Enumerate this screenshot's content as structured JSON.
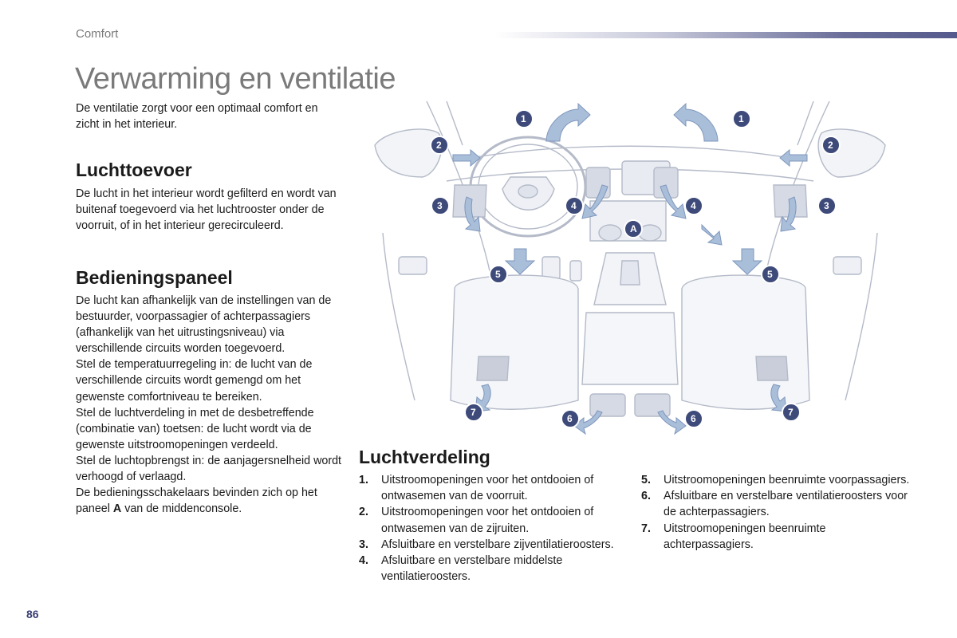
{
  "header": {
    "section_label": "Comfort",
    "title": "Verwarming en ventilatie"
  },
  "intro": "De ventilatie zorgt voor een optimaal comfort en zicht in het interieur.",
  "luchttoevoer": {
    "heading": "Luchttoevoer",
    "text": "De lucht in het interieur wordt gefilterd en wordt van buitenaf toegevoerd via het luchtrooster onder de voorruit, of in het interieur gerecirculeerd."
  },
  "bedieningspaneel": {
    "heading": "Bedieningspaneel",
    "p1": "De lucht kan afhankelijk van de instellingen van de bestuurder, voorpassagier of achterpassagiers (afhankelijk van het uitrustingsniveau) via verschillende circuits worden toegevoerd.",
    "p2": "Stel de temperatuurregeling in: de lucht van de verschillende circuits wordt gemengd om het gewenste comfortniveau te bereiken.",
    "p3": "Stel de luchtverdeling in met de desbetreffende (combinatie van) toetsen: de lucht wordt via de gewenste uitstroomopeningen verdeeld.",
    "p4": "Stel de luchtopbrengst in: de aanjagersnelheid wordt verhoogd of verlaagd.",
    "p5_before": "De bedieningsschakelaars bevinden zich op het paneel ",
    "p5_bold": "A",
    "p5_after": " van de middenconsole."
  },
  "luchtverdeling": {
    "heading": "Luchtverdeling",
    "items": [
      {
        "num": "1.",
        "text": "Uitstroomopeningen voor het ontdooien of ontwasemen van de voorruit."
      },
      {
        "num": "2.",
        "text": "Uitstroomopeningen voor het ontdooien of ontwasemen van de zijruiten."
      },
      {
        "num": "3.",
        "text": "Afsluitbare en verstelbare zijventilatieroosters."
      },
      {
        "num": "4.",
        "text": "Afsluitbare en verstelbare middelste ventilatieroosters."
      },
      {
        "num": "5.",
        "text": "Uitstroomopeningen beenruimte voorpassagiers."
      },
      {
        "num": "6.",
        "text": "Afsluitbare en verstelbare ventilatieroosters voor de achterpassagiers."
      },
      {
        "num": "7.",
        "text": "Uitstroomopeningen beenruimte achterpassagiers."
      }
    ]
  },
  "callouts": [
    "1",
    "1",
    "2",
    "2",
    "3",
    "3",
    "4",
    "4",
    "5",
    "5",
    "6",
    "6",
    "7",
    "7",
    "A"
  ],
  "page_number": "86",
  "colors": {
    "accent": "#3d4a7a",
    "title_gray": "#7a7a7a",
    "arrow_blue": "#9fb4d0"
  }
}
